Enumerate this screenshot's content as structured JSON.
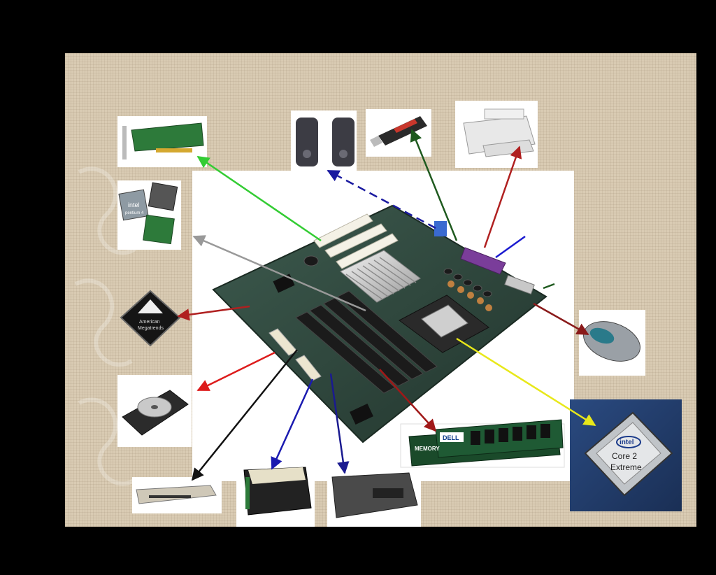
{
  "slide": {
    "background_color": "#d9cbb3",
    "panel_color": "#ffffff"
  },
  "labels": {
    "intel_chip": "intel",
    "intel_chip_sub": "pentium 4",
    "bios_line1": "American",
    "bios_line2": "Megatrends",
    "ram_brand": "DELL",
    "ram_sub": "MEMORY",
    "cpu_brand": "intel",
    "cpu_line1": "Core 2",
    "cpu_line2": "Extreme"
  },
  "arrows": [
    {
      "name": "arrow-network-card",
      "color": "#33cc33",
      "style": "solid"
    },
    {
      "name": "arrow-chipset",
      "color": "#999999",
      "style": "solid"
    },
    {
      "name": "arrow-speakers",
      "color": "#1a1aa0",
      "style": "dashed"
    },
    {
      "name": "arrow-usb-drive",
      "color": "#1f5a1f",
      "style": "solid"
    },
    {
      "name": "arrow-printer",
      "color": "#b02020",
      "style": "solid"
    },
    {
      "name": "arrow-parallel-port",
      "color": "#1a1ad0",
      "style": "solid"
    },
    {
      "name": "arrow-bios",
      "color": "#b02020",
      "style": "solid"
    },
    {
      "name": "arrow-hard-drive",
      "color": "#dd1b1b",
      "style": "solid"
    },
    {
      "name": "arrow-floppy",
      "color": "#111111",
      "style": "solid"
    },
    {
      "name": "arrow-optical-drive",
      "color": "#1a1ab0",
      "style": "solid"
    },
    {
      "name": "arrow-tape-drive",
      "color": "#1a1a90",
      "style": "solid"
    },
    {
      "name": "arrow-ram",
      "color": "#a01818",
      "style": "solid"
    },
    {
      "name": "arrow-cpu",
      "color": "#e8e81a",
      "style": "solid"
    },
    {
      "name": "arrow-mouse",
      "color": "#8a1a1a",
      "style": "solid"
    }
  ]
}
